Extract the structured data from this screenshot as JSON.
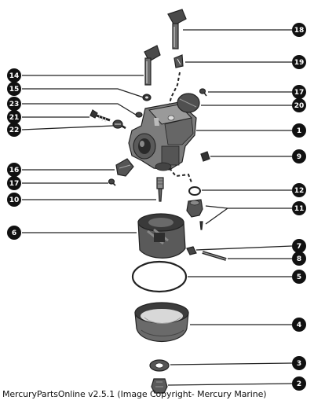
{
  "caption": "MercuryPartsOnline v2.5.1 (Image Copyright- Mercury Marine)",
  "callouts": {
    "c1": "1",
    "c2": "2",
    "c3": "3",
    "c4": "4",
    "c5": "5",
    "c6": "6",
    "c7": "7",
    "c8": "8",
    "c9": "9",
    "c10": "10",
    "c11": "11",
    "c12": "12",
    "c14": "14",
    "c15": "15",
    "c16": "16",
    "c17a": "17",
    "c17b": "17",
    "c18": "18",
    "c19": "19",
    "c20": "20",
    "c21": "21",
    "c22": "22",
    "c23": "23"
  }
}
